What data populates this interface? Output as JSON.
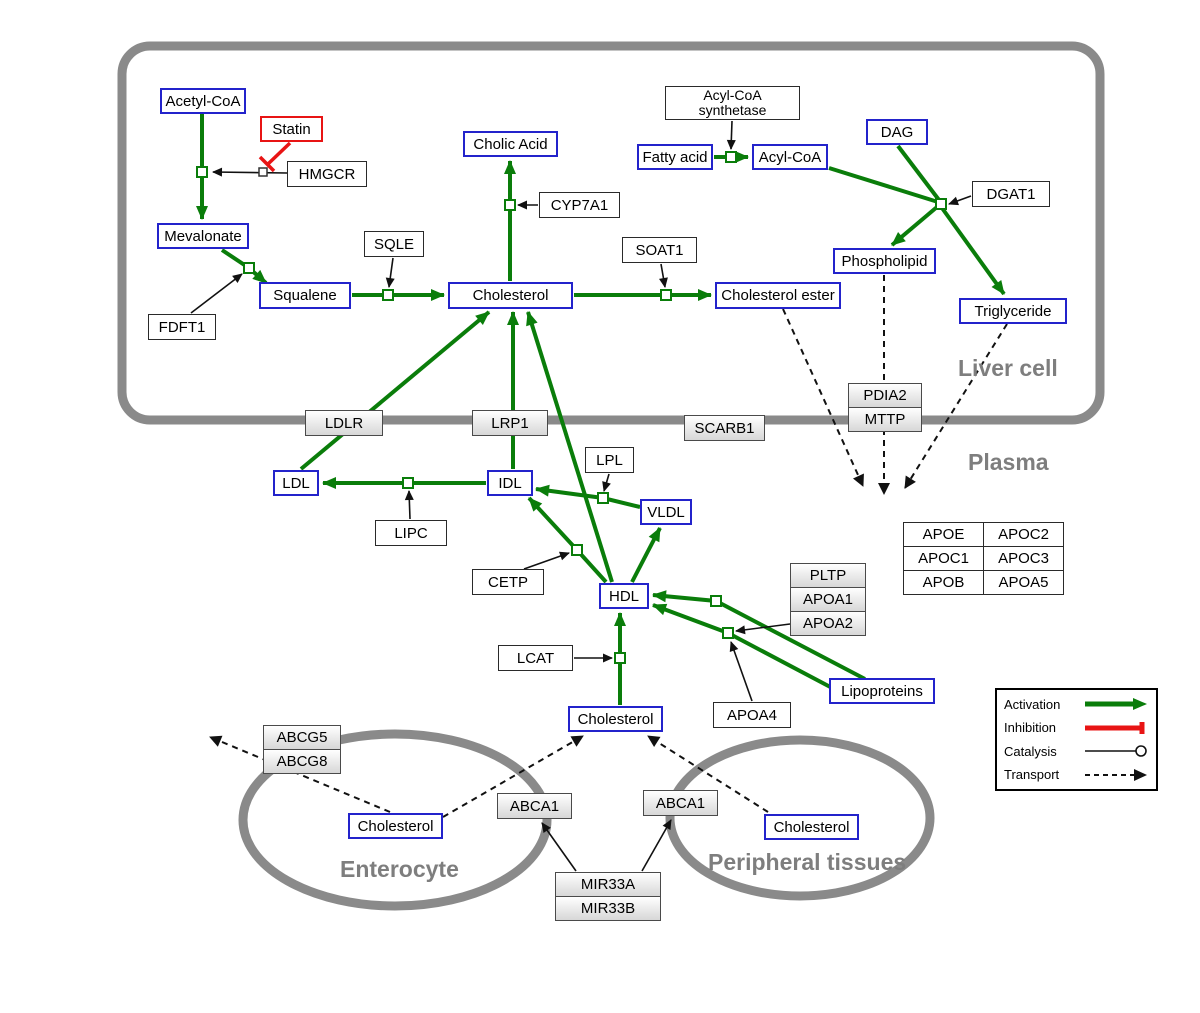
{
  "compartments": {
    "liver": "Liver cell",
    "plasma": "Plasma",
    "enterocyte": "Enterocyte",
    "peripheral": "Peripheral tissues"
  },
  "metabolites": {
    "acetyl_coa": "Acetyl-CoA",
    "mevalonate": "Mevalonate",
    "squalene": "Squalene",
    "cholic_acid": "Cholic Acid",
    "cholesterol_liver": "Cholesterol",
    "fatty_acid": "Fatty acid",
    "acyl_coa": "Acyl-CoA",
    "dag": "DAG",
    "phospholipid": "Phospholipid",
    "cholesterol_ester": "Cholesterol ester",
    "triglyceride": "Triglyceride",
    "ldl": "LDL",
    "idl": "IDL",
    "vldl": "VLDL",
    "hdl": "HDL",
    "cholesterol_plasma": "Cholesterol",
    "cholesterol_enterocyte": "Cholesterol",
    "cholesterol_peripheral": "Cholesterol",
    "lipoproteins": "Lipoproteins"
  },
  "proteins": {
    "statin": "Statin",
    "hmgcr": "HMGCR",
    "sqle": "SQLE",
    "fdft1": "FDFT1",
    "cyp7a1": "CYP7A1",
    "soat1": "SOAT1",
    "acyl_coa_synthetase_l1": "Acyl-CoA",
    "acyl_coa_synthetase_l2": "synthetase",
    "dgat1": "DGAT1",
    "pdia2": "PDIA2",
    "mttp": "MTTP",
    "ldlr": "LDLR",
    "lrp1": "LRP1",
    "scarb1": "SCARB1",
    "lpl": "LPL",
    "lipc": "LIPC",
    "cetp": "CETP",
    "lcat": "LCAT",
    "pltp": "PLTP",
    "apoa1": "APOA1",
    "apoa2": "APOA2",
    "apoa4": "APOA4",
    "abcg5": "ABCG5",
    "abcg8": "ABCG8",
    "abca1_enterocyte": "ABCA1",
    "abca1_peripheral": "ABCA1",
    "mir33a": "MIR33A",
    "mir33b": "MIR33B"
  },
  "apo_table": {
    "apoe": "APOE",
    "apoc2": "APOC2",
    "apoc1": "APOC1",
    "apoc3": "APOC3",
    "apob": "APOB",
    "apoa5": "APOA5"
  },
  "legend": {
    "activation": "Activation",
    "inhibition": "Inhibition",
    "catalysis": "Catalysis",
    "transport": "Transport"
  },
  "colors": {
    "activation": "#0a7d0a",
    "inhibition": "#e81414",
    "metabolite_border": "#2323cb",
    "compartment": "#8a8a8a"
  }
}
